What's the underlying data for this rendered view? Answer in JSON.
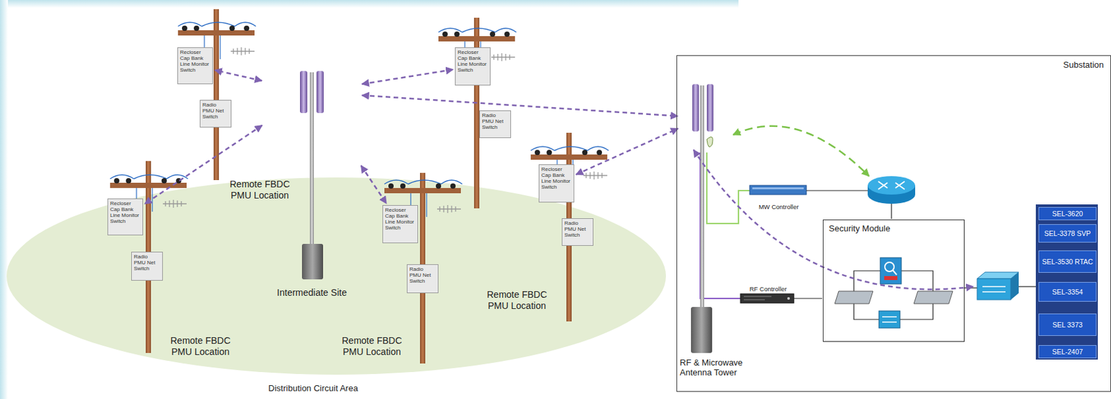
{
  "diagram": {
    "nodes": [
      {
        "text": [
          "Recloser Cap Bank Line Monitor Switch"
        ]
      },
      {
        "text": [
          "Radio PMU Net Switch"
        ]
      },
      {
        "text": [
          "Recloser Cap Bank Line Monitor Switch"
        ]
      },
      {
        "text": [
          "Radio PMU Net Switch"
        ]
      },
      {
        "text": [
          "Recloser Cap Bank Line Monitor Switch"
        ]
      },
      {
        "text": [
          "Radio PMU Net Switch"
        ]
      },
      {
        "text": [
          "Intermediate Site"
        ]
      },
      {
        "text": [
          "Recloser Cap Bank Line Monitor Switch"
        ]
      },
      {
        "text": [
          "Radio PMU Net Switch"
        ]
      },
      {
        "text": [
          "Recloser Cap Bank Line Monitor Switch"
        ]
      },
      {
        "text": [
          "Radio PMU Net Switch"
        ]
      },
      {
        "text": [
          "Substation"
        ]
      },
      {
        "text": [
          "RF & Microwave Antenna Tower"
        ],
        "in": 11
      },
      {
        "text": [
          "MW Controller"
        ],
        "in": 11
      },
      {
        "text": [
          "Security Module"
        ],
        "in": 11
      },
      {
        "text": [
          "RF Controller"
        ],
        "in": 11
      },
      {
        "text": [
          "SEL-3620"
        ],
        "in": 11
      },
      {
        "text": [
          "SEL-3378 SVP"
        ],
        "in": 11
      },
      {
        "text": [
          "SEL-3530 RTAC"
        ],
        "in": 11
      },
      {
        "text": [
          "SEL-3354"
        ],
        "in": 11
      },
      {
        "text": [
          "SEL 3373"
        ],
        "in": 11
      },
      {
        "text": [
          "SEL-2407"
        ],
        "in": 11
      }
    ],
    "edges": [
      {
        "from": 6,
        "to": 0,
        "arrow": "both"
      },
      {
        "from": 6,
        "to": 2,
        "arrow": "both"
      },
      {
        "from": 6,
        "to": 4,
        "arrow": "both"
      },
      {
        "from": 6,
        "to": 7,
        "arrow": "both"
      },
      {
        "from": 6,
        "to": 12,
        "arrow": "both"
      },
      {
        "from": 9,
        "to": 12,
        "arrow": "both"
      }
    ],
    "labels": [
      "Remote FBDC PMU Location",
      "Remote FBDC PMU Location",
      "Remote FBDC PMU Location",
      "Remote FBDC PMU Location",
      "Distribution Circuit Area"
    ]
  }
}
